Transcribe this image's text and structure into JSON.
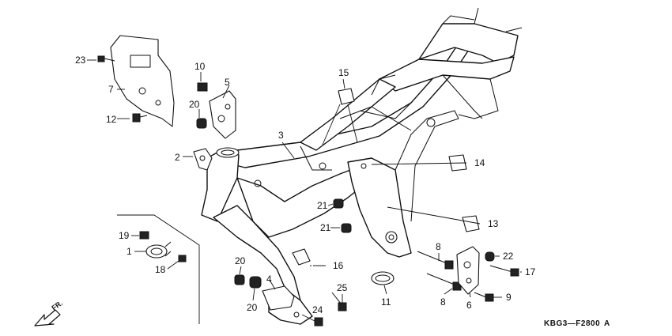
{
  "diagram": {
    "callouts": [
      {
        "id": "c23",
        "label": "23",
        "name": "callout-23"
      },
      {
        "id": "c7",
        "label": "7",
        "name": "callout-7"
      },
      {
        "id": "c12",
        "label": "12",
        "name": "callout-12"
      },
      {
        "id": "c10",
        "label": "10",
        "name": "callout-10"
      },
      {
        "id": "c5",
        "label": "5",
        "name": "callout-5"
      },
      {
        "id": "c20a",
        "label": "20",
        "name": "callout-20-upper"
      },
      {
        "id": "c15",
        "label": "15",
        "name": "callout-15"
      },
      {
        "id": "c3",
        "label": "3",
        "name": "callout-3"
      },
      {
        "id": "c2",
        "label": "2",
        "name": "callout-2"
      },
      {
        "id": "c14",
        "label": "14",
        "name": "callout-14"
      },
      {
        "id": "c21a",
        "label": "21",
        "name": "callout-21-upper"
      },
      {
        "id": "c21b",
        "label": "21",
        "name": "callout-21-lower"
      },
      {
        "id": "c13",
        "label": "13",
        "name": "callout-13"
      },
      {
        "id": "c19",
        "label": "19",
        "name": "callout-19"
      },
      {
        "id": "c1",
        "label": "1",
        "name": "callout-1"
      },
      {
        "id": "c18",
        "label": "18",
        "name": "callout-18"
      },
      {
        "id": "c8a",
        "label": "8",
        "name": "callout-8-upper"
      },
      {
        "id": "c22",
        "label": "22",
        "name": "callout-22"
      },
      {
        "id": "c16",
        "label": "16",
        "name": "callout-16"
      },
      {
        "id": "c17",
        "label": "17",
        "name": "callout-17"
      },
      {
        "id": "c20b",
        "label": "20",
        "name": "callout-20-mid"
      },
      {
        "id": "c4",
        "label": "4",
        "name": "callout-4"
      },
      {
        "id": "c25",
        "label": "25",
        "name": "callout-25"
      },
      {
        "id": "c11",
        "label": "11",
        "name": "callout-11"
      },
      {
        "id": "c8b",
        "label": "8",
        "name": "callout-8-lower"
      },
      {
        "id": "c6",
        "label": "6",
        "name": "callout-6"
      },
      {
        "id": "c9",
        "label": "9",
        "name": "callout-9"
      },
      {
        "id": "c20c",
        "label": "20",
        "name": "callout-20-lower"
      },
      {
        "id": "c24",
        "label": "24",
        "name": "callout-24"
      }
    ],
    "direction_label": "FR.",
    "drawing_code": "KBG3—F2800",
    "revision": "A"
  }
}
